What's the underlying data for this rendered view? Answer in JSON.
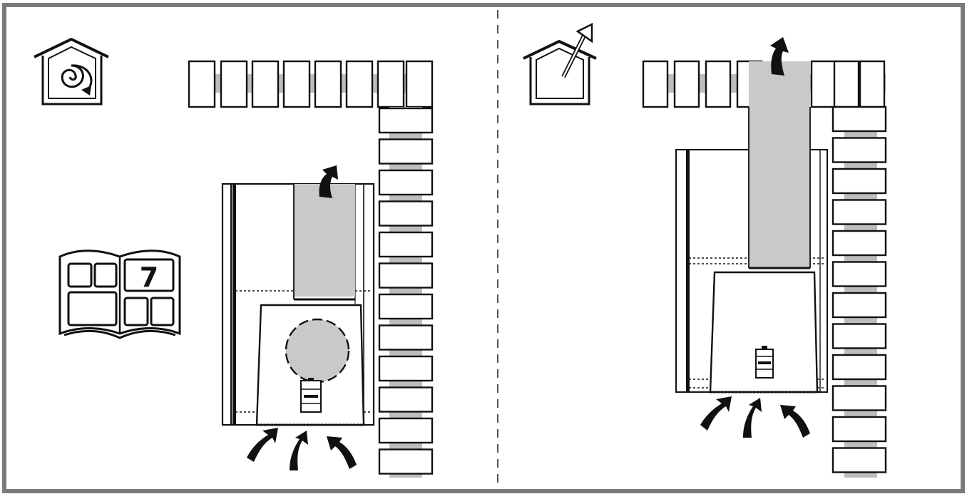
{
  "manual": {
    "page_number": "7"
  },
  "panels": [
    {
      "id": "left",
      "icon": "air-recirculation-icon",
      "extraction_shown": "recirculation"
    },
    {
      "id": "right",
      "icon": "air-extraction-icon",
      "extraction_shown": "outside-vent"
    }
  ],
  "colors": {
    "frame": "#7a7a7a",
    "duct": "#c9c9c9",
    "ink": "#111111"
  }
}
